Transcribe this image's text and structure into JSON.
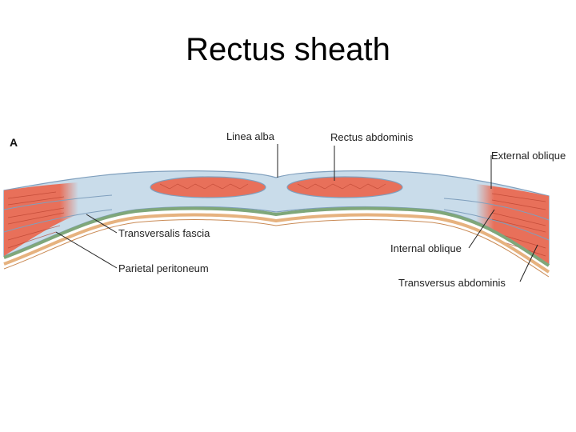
{
  "slide": {
    "title": "Rectus sheath"
  },
  "figure": {
    "panel_letter": "A",
    "labels": {
      "linea_alba": "Linea alba",
      "rectus_abdominis": "Rectus abdominis",
      "external_oblique": "External oblique",
      "transversalis_fascia": "Transversalis fascia",
      "parietal_peritoneum": "Parietal peritoneum",
      "internal_oblique": "Internal oblique",
      "transversus_abdominis": "Transversus abdominis"
    },
    "colors": {
      "muscle": "#e8705a",
      "muscle_fiber": "#b8402e",
      "aponeurosis": "#c9dcea",
      "aponeurosis_edge": "#7f9fbd",
      "fascia_green": "#7fa77a",
      "peritoneum_tan": "#e6b27f",
      "leader": "#222222"
    }
  }
}
